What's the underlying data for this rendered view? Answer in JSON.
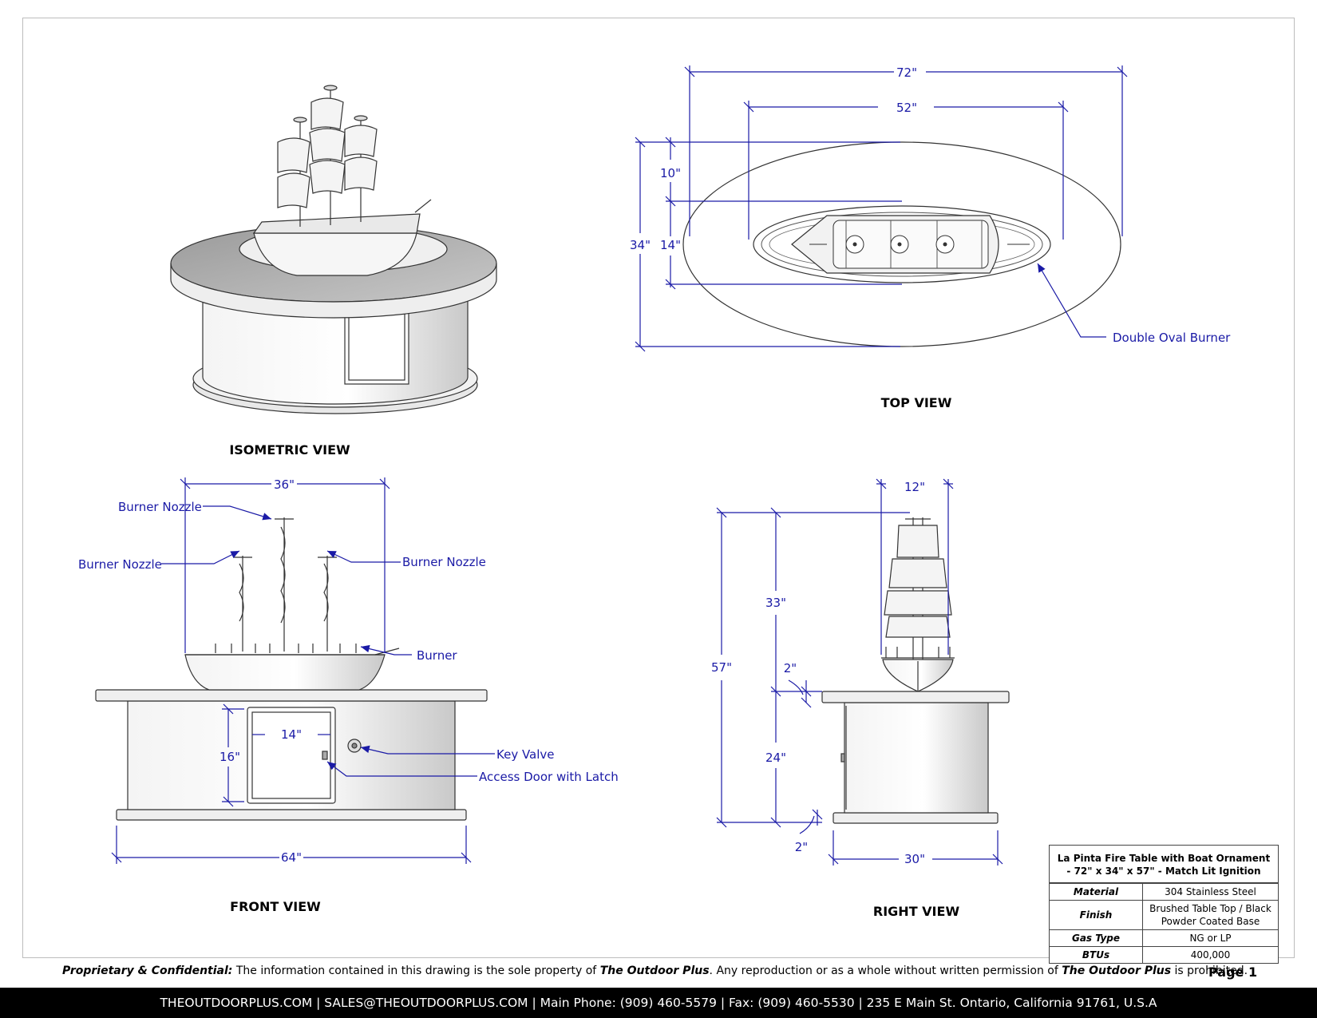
{
  "views": {
    "isometric": "ISOMETRIC VIEW",
    "top": "TOP VIEW",
    "front": "FRONT VIEW",
    "right": "RIGHT VIEW"
  },
  "top_view": {
    "dims": {
      "overall_length": "72\"",
      "burner_length": "52\"",
      "overall_width": "34\"",
      "offset": "10\"",
      "burner_width": "14\""
    },
    "callout": "Double Oval Burner"
  },
  "front_view": {
    "dims": {
      "burner_span": "36\"",
      "door_width": "14\"",
      "door_height": "16\"",
      "base_length": "64\""
    },
    "callouts": {
      "nozzle_top": "Burner Nozzle",
      "nozzle_left": "Burner Nozzle",
      "nozzle_right": "Burner Nozzle",
      "burner": "Burner",
      "key_valve": "Key Valve",
      "access_door": "Access Door with Latch"
    }
  },
  "right_view": {
    "dims": {
      "ship_width": "12\"",
      "ship_height": "33\"",
      "overall_height": "57\"",
      "top_thickness": "2\"",
      "table_height": "24\"",
      "base_thickness": "2\"",
      "base_width": "30\""
    }
  },
  "title_block": {
    "title": "La Pinta Fire Table with Boat Ornament  - 72\" x 34\" x 57\" - Match Lit Ignition",
    "rows": [
      {
        "label": "Material",
        "value": "304 Stainless Steel"
      },
      {
        "label": "Finish",
        "value": "Brushed Table Top / Black Powder Coated Base"
      },
      {
        "label": "Gas Type",
        "value": "NG or LP"
      },
      {
        "label": "BTUs",
        "value": "400,000"
      }
    ]
  },
  "footer": {
    "note_label": "Proprietary & Confidential:",
    "note_text_1": " The information contained in this drawing is the sole property of ",
    "company_1": "The Outdoor Plus",
    "note_text_2": ". Any reproduction or as a whole without written permission of ",
    "company_2": "The Outdoor Plus",
    "note_text_3": " is prohibited.",
    "page": "Page 1",
    "contact": "THEOUTDOORPLUS.COM  |  SALES@THEOUTDOORPLUS.COM  | Main Phone: (909) 460-5579 | Fax: (909) 460-5530 | 235 E Main St. Ontario, California 91761, U.S.A"
  },
  "colors": {
    "dimension": "#1a1aa6",
    "outline": "#333333",
    "footer_bg": "#000000"
  }
}
